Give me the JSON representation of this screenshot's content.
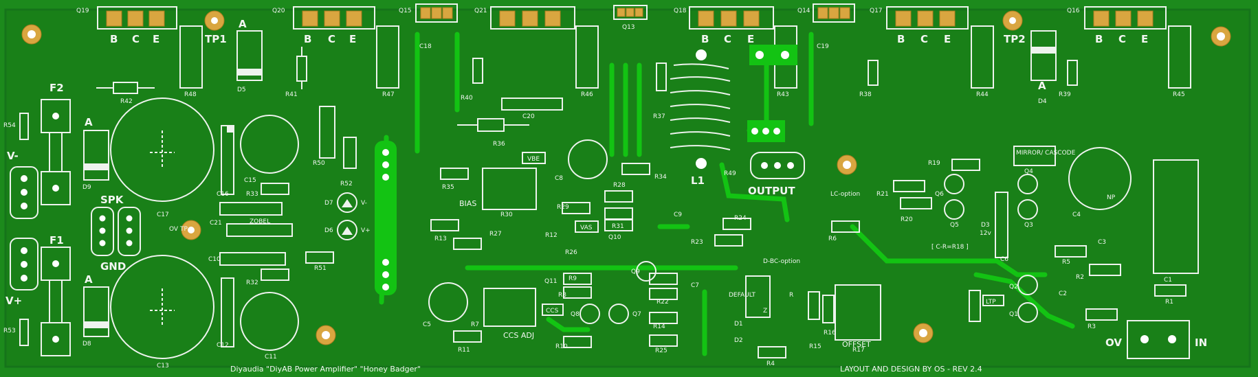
{
  "board": {
    "title": "Diyaudia \"DiyAB Power Amplifier\" \"Honey Badger\"",
    "credit": "LAYOUT AND DESIGN BY OS - REV 2.4",
    "colors": {
      "board": "#1c8a1c",
      "silk": "#eef3ee",
      "pad": "#d9a640",
      "track": "#13c313"
    }
  },
  "labels": {
    "q19": "Q19",
    "q20": "Q20",
    "q15": "Q15",
    "q21": "Q21",
    "q13": "Q13",
    "q18": "Q18",
    "q14": "Q14",
    "q17": "Q17",
    "q16": "Q16",
    "b": "B",
    "c": "C",
    "e": "E",
    "a": "A",
    "tp1": "TP1",
    "tp2": "TP2",
    "f1": "F1",
    "f2": "F2",
    "vminus": "V-",
    "vplus": "V+",
    "spk": "SPK",
    "gnd": "GND",
    "ov_tp": "OV TP",
    "c17": "C17",
    "c13": "C13",
    "c15": "C15",
    "c11": "C11",
    "c16": "C16",
    "c12": "C12",
    "c21": "C21",
    "c10": "C10",
    "zobel": "ZOBEL",
    "r54": "R54",
    "r53": "R53",
    "r42": "R42",
    "r48": "R48",
    "r41": "R41",
    "r47": "R47",
    "r50": "R50",
    "r52": "R52",
    "r33": "R33",
    "r32": "R32",
    "r51": "R51",
    "d5": "D5",
    "d9": "D9",
    "d8": "D8",
    "d7": "D7",
    "d6": "D6",
    "d4": "D4",
    "d3": "D3",
    "d1": "D1",
    "d2": "D2",
    "c18": "C18",
    "c20": "C20",
    "c19": "C19",
    "c8": "C8",
    "c9": "C9",
    "c7": "C7",
    "c5": "C5",
    "c4": "C4",
    "c3": "C3",
    "c2": "C2",
    "c1": "C1",
    "c6": "C6",
    "r40": "R40",
    "r46": "R46",
    "r36": "R36",
    "r37": "R37",
    "r43": "R43",
    "r38": "R38",
    "r44": "R44",
    "r39": "R39",
    "r45": "R45",
    "r35": "R35",
    "r30": "R30",
    "r28": "R28",
    "r29": "R29",
    "r34": "R34",
    "r49": "R49",
    "r13": "R13",
    "r27": "R27",
    "r12": "R12",
    "r26": "R26",
    "r31": "R31",
    "r24": "R24",
    "r23": "R23",
    "r6": "R6",
    "r9": "R9",
    "r8": "R8",
    "r22": "R22",
    "r14": "R14",
    "r10": "R10",
    "r11": "R11",
    "r7": "R7",
    "r25": "R25",
    "r15": "R15",
    "r16": "R16",
    "r17": "R17",
    "r4": "R4",
    "r19": "R19",
    "r21": "R21",
    "r20": "R20",
    "r5": "R5",
    "r2": "R2",
    "r3": "R3",
    "r1": "R1",
    "q10": "Q10",
    "q11": "Q11",
    "q9": "Q9",
    "q8": "Q8",
    "q7": "Q7",
    "q6": "Q6",
    "q5": "Q5",
    "q4": "Q4",
    "q3": "Q3",
    "q2": "Q2",
    "q1": "Q1",
    "l1": "L1",
    "output": "OUTPUT",
    "vbe": "VBE",
    "bias": "BIAS",
    "vas": "VAS",
    "ccs": "CCS",
    "ccs_adj": "CCS ADJ",
    "lc_option": "LC-option",
    "d_bc_option": "D-BC-option",
    "default": "DEFAULT",
    "z": "Z",
    "r": "R",
    "offset": "OFFSET",
    "mirror": "MIRROR/ CASCODE",
    "c_r18": "[ C-R=R18 ]",
    "q3_12v": "12v",
    "np": "NP",
    "ltp": "LTP",
    "ov_in": "OV",
    "in": "IN"
  }
}
